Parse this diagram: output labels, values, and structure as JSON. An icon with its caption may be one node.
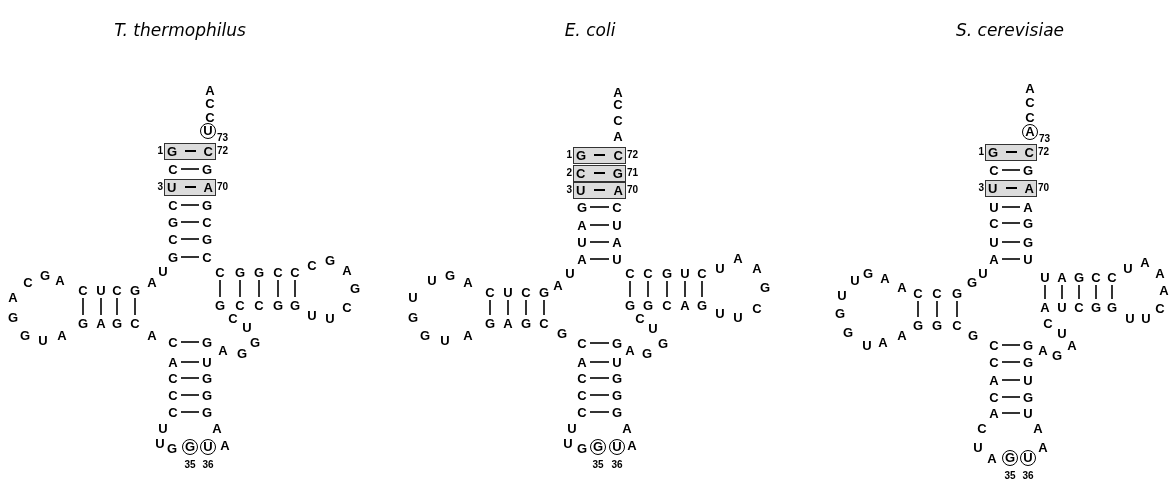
{
  "diagram": {
    "nodes": [
      {
        "text": [
          "U"
        ],
        "beside": [
          "73"
        ]
      },
      {
        "text": [
          "G",
          "C"
        ],
        "beside": [
          "1",
          "72"
        ]
      },
      {
        "text": [
          "U",
          "A"
        ],
        "beside": [
          "3",
          "70"
        ]
      },
      {
        "text": [
          "G"
        ],
        "beside": [
          "35"
        ]
      },
      {
        "text": [
          "U"
        ],
        "beside": [
          "36"
        ]
      },
      {
        "text": [
          "G",
          "C"
        ],
        "beside": [
          "1",
          "72"
        ]
      },
      {
        "text": [
          "C",
          "G"
        ],
        "beside": [
          "2",
          "71"
        ]
      },
      {
        "text": [
          "U",
          "A"
        ],
        "beside": [
          "3",
          "70"
        ]
      },
      {
        "text": [
          "G"
        ],
        "beside": [
          "35"
        ]
      },
      {
        "text": [
          "U"
        ],
        "beside": [
          "36"
        ]
      },
      {
        "text": [
          "A"
        ],
        "beside": [
          "73"
        ]
      },
      {
        "text": [
          "G",
          "C"
        ],
        "beside": [
          "1",
          "72"
        ]
      },
      {
        "text": [
          "U",
          "A"
        ],
        "beside": [
          "3",
          "70"
        ]
      },
      {
        "text": [
          "G"
        ],
        "beside": [
          "35"
        ]
      },
      {
        "text": [
          "U"
        ],
        "beside": [
          "36"
        ]
      }
    ],
    "labels": [
      "T. thermophilus",
      "A",
      "C",
      "C",
      "C",
      "G",
      "C",
      "G",
      "G",
      "C",
      "C",
      "G",
      "G",
      "C",
      "U",
      "A",
      "C",
      "U",
      "C",
      "G",
      "G",
      "A",
      "G",
      "C",
      "A",
      "C",
      "G",
      "A",
      "A",
      "G",
      "G",
      "U",
      "A",
      "C",
      "G",
      "G",
      "C",
      "C",
      "G",
      "C",
      "C",
      "G",
      "G",
      "C",
      "U",
      "G",
      "A",
      "G",
      "C",
      "G",
      "A",
      "G",
      "C",
      "U",
      "U",
      "C",
      "G",
      "A",
      "U",
      "C",
      "G",
      "C",
      "G",
      "C",
      "G",
      "U",
      "U",
      "G",
      "A",
      "A",
      "E. coli",
      "A",
      "C",
      "C",
      "A",
      "G",
      "C",
      "A",
      "U",
      "U",
      "A",
      "A",
      "U",
      "U",
      "A",
      "C",
      "U",
      "C",
      "G",
      "G",
      "A",
      "G",
      "C",
      "G",
      "U",
      "G",
      "A",
      "U",
      "G",
      "G",
      "U",
      "A",
      "C",
      "C",
      "G",
      "U",
      "C",
      "G",
      "G",
      "C",
      "A",
      "G",
      "C",
      "U",
      "G",
      "A",
      "G",
      "U",
      "A",
      "A",
      "G",
      "C",
      "U",
      "U",
      "C",
      "G",
      "A",
      "U",
      "C",
      "G",
      "C",
      "G",
      "C",
      "G",
      "U",
      "U",
      "G",
      "A",
      "A",
      "S. cerevisiae",
      "A",
      "C",
      "C",
      "C",
      "G",
      "U",
      "A",
      "C",
      "G",
      "U",
      "G",
      "A",
      "U",
      "U",
      "G",
      "C",
      "C",
      "G",
      "G",
      "G",
      "C",
      "G",
      "U",
      "G",
      "A",
      "A",
      "U",
      "G",
      "G",
      "U",
      "A",
      "A",
      "U",
      "A",
      "G",
      "C",
      "C",
      "A",
      "U",
      "C",
      "G",
      "G",
      "C",
      "U",
      "A",
      "A",
      "G",
      "U",
      "A",
      "A",
      "A",
      "C",
      "U",
      "U",
      "C",
      "G",
      "C",
      "G",
      "A",
      "U",
      "C",
      "G",
      "A",
      "U",
      "C",
      "U",
      "A",
      "A",
      "A"
    ]
  }
}
